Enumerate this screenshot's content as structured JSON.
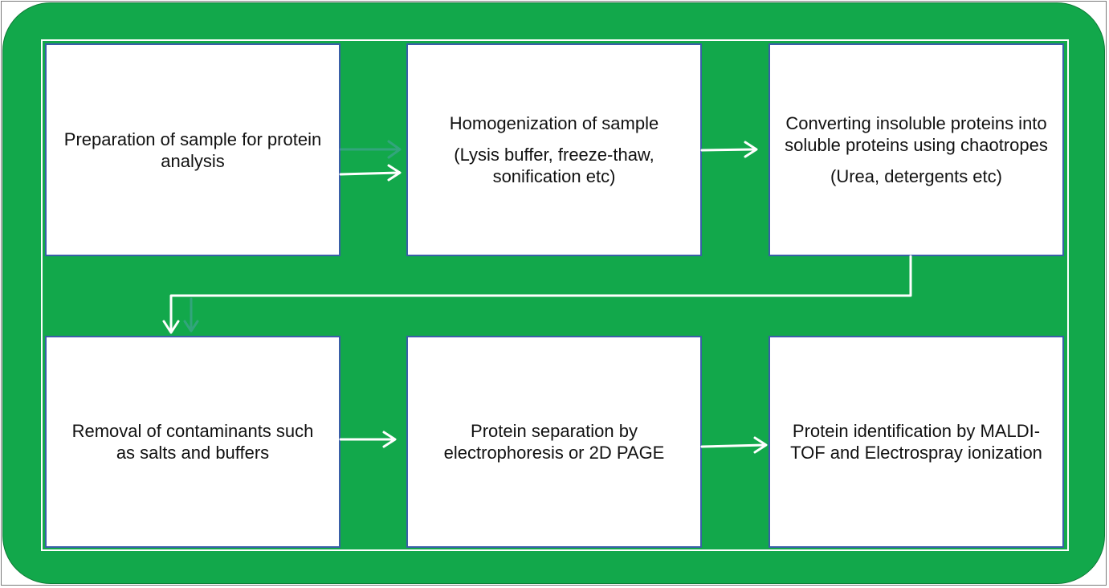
{
  "colors": {
    "background": "#12a84b",
    "box_fill": "#ffffff",
    "box_border": "#3a5fa8",
    "arrow": "#ffffff"
  },
  "steps": [
    {
      "text": "Preparation of sample for protein analysis",
      "sub": ""
    },
    {
      "text": "Homogenization of sample",
      "sub": "(Lysis buffer, freeze-thaw, sonification etc)"
    },
    {
      "text": "Converting insoluble proteins into soluble proteins using chaotropes",
      "sub": "(Urea, detergents etc)"
    },
    {
      "text": "Removal of contaminants such as salts and buffers",
      "sub": ""
    },
    {
      "text": "Protein separation by electrophoresis or 2D PAGE",
      "sub": ""
    },
    {
      "text": "Protein identification by MALDI-TOF and Electrospray ionization",
      "sub": ""
    }
  ]
}
